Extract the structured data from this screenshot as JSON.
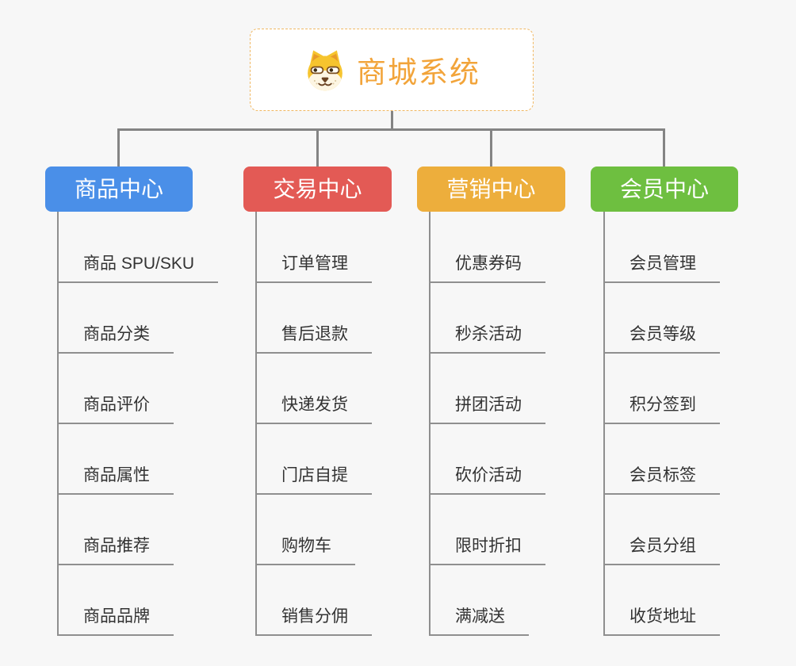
{
  "root": {
    "title": "商城系统",
    "icon": "dog-mascot-icon"
  },
  "colors": {
    "background": "#f7f7f7",
    "root_accent": "#f2a43a",
    "root_border": "#f0b863",
    "connector": "#848484",
    "leaf_text": "#333333",
    "leaf_underline": "#8f8f8f"
  },
  "branches": [
    {
      "label": "商品中心",
      "color": "#4a8fe8",
      "children": [
        "商品 SPU/SKU",
        "商品分类",
        "商品评价",
        "商品属性",
        "商品推荐",
        "商品品牌"
      ]
    },
    {
      "label": "交易中心",
      "color": "#e35a55",
      "children": [
        "订单管理",
        "售后退款",
        "快递发货",
        "门店自提",
        "购物车",
        "销售分佣"
      ]
    },
    {
      "label": "营销中心",
      "color": "#edae3c",
      "children": [
        "优惠券码",
        "秒杀活动",
        "拼团活动",
        "砍价活动",
        "限时折扣",
        "满减送"
      ]
    },
    {
      "label": "会员中心",
      "color": "#6ebf40",
      "children": [
        "会员管理",
        "会员等级",
        "积分签到",
        "会员标签",
        "会员分组",
        "收货地址"
      ]
    }
  ]
}
